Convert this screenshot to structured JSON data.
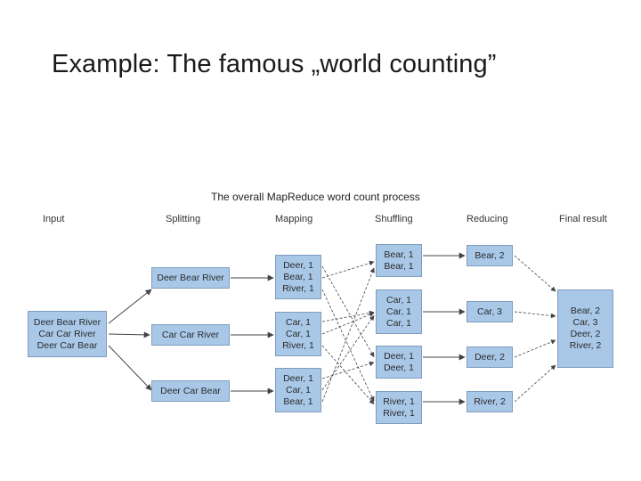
{
  "slide": {
    "title": "Example: The famous „world counting”"
  },
  "diagram": {
    "title": "The overall MapReduce word count process",
    "columns": [
      "Input",
      "Splitting",
      "Mapping",
      "Shuffling",
      "Reducing",
      "Final result"
    ],
    "input": [
      "Deer Bear River",
      "Car Car River",
      "Deer Car Bear"
    ],
    "splits": [
      "Deer Bear River",
      "Car Car River",
      "Deer Car Bear"
    ],
    "mapping": [
      [
        "Deer, 1",
        "Bear, 1",
        "River, 1"
      ],
      [
        "Car, 1",
        "Car, 1",
        "River, 1"
      ],
      [
        "Deer, 1",
        "Car, 1",
        "Bear, 1"
      ]
    ],
    "shuffling": [
      [
        "Bear, 1",
        "Bear, 1"
      ],
      [
        "Car, 1",
        "Car, 1",
        "Car, 1"
      ],
      [
        "Deer, 1",
        "Deer, 1"
      ],
      [
        "River, 1",
        "River, 1"
      ]
    ],
    "reducing": [
      "Bear, 2",
      "Car, 3",
      "Deer, 2",
      "River, 2"
    ],
    "final": [
      "Bear, 2",
      "Car, 3",
      "Deer, 2",
      "River, 2"
    ],
    "colors": {
      "box_fill": "#a9c8e8",
      "box_border": "#7f9dbd",
      "arrow": "#444444"
    }
  }
}
